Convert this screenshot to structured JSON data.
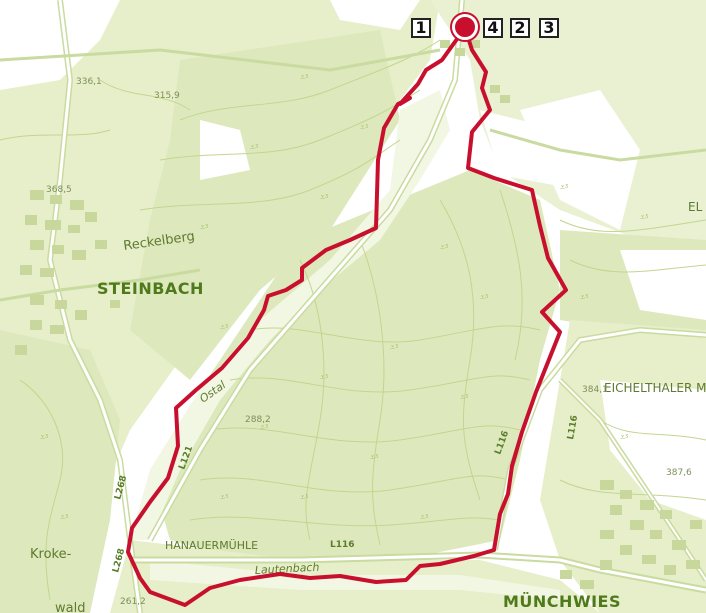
{
  "map": {
    "colors": {
      "background": "#ffffff",
      "forest": "#dde9bd",
      "forest_dark": "#cfe0a6",
      "contour": "#c2d68e",
      "road": "#c9dba0",
      "route": "#c8102e",
      "label": "#5e7a2e"
    },
    "place_labels": {
      "steinbach": "STEINBACH",
      "muenchwies": "MÜNCHWIES",
      "eichelthaler": "EICHELTHALER M",
      "hanauermuehle": "HANAUERMÜHLE",
      "reckelberg": "Reckelberg",
      "kroke": "Kroke-",
      "wald": "wald",
      "ostal": "Ostal",
      "lautenbach": "Lautenbach",
      "el": "EL"
    },
    "road_labels": {
      "l116_a": "L116",
      "l116_b": "L116",
      "l116_c": "L116",
      "l121": "L121",
      "l268_a": "L268",
      "l268_b": "L268"
    },
    "elevations": {
      "e1": "336,1",
      "e2": "315,9",
      "e3": "368,5",
      "e4": "288,2",
      "e5": "384,1",
      "e6": "387,6",
      "e7": "261,2"
    },
    "route_markers": [
      {
        "label": "1"
      },
      {
        "label": "4"
      },
      {
        "label": "2"
      },
      {
        "label": "3"
      }
    ],
    "start_marker": "start-point-icon"
  }
}
